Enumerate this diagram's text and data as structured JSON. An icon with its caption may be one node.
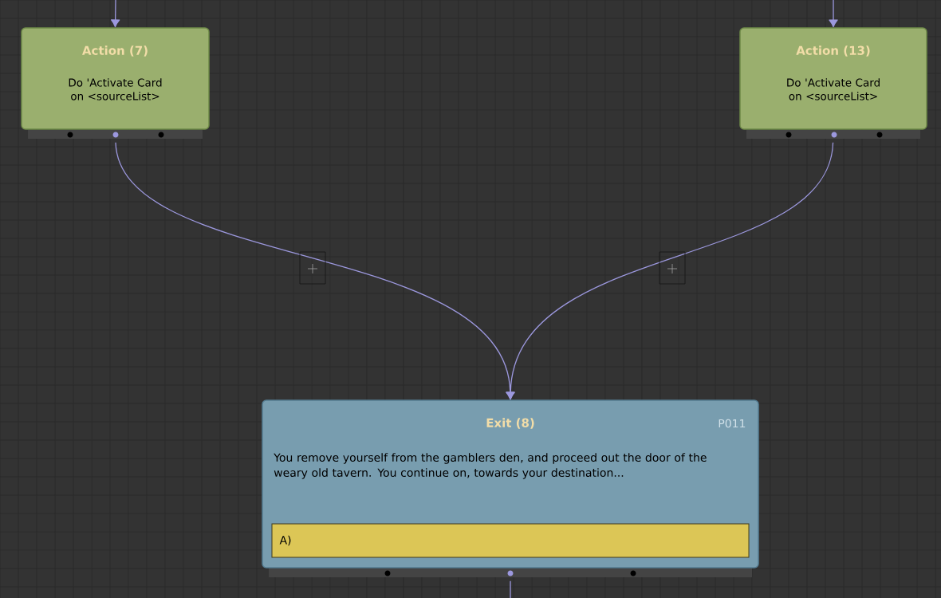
{
  "diagram": {
    "nodes": [
      {
        "text": [
          "Action (7)",
          "Do 'Activate Card on <sourceList>"
        ]
      },
      {
        "text": [
          "Action (13)",
          "Do 'Activate Card on <sourceList>"
        ]
      },
      {
        "text": [
          "Exit (8)",
          "P011",
          "You remove yourself from the gamblers den, and proceed out the door of the weary old tavern. You continue on, towards your destination..."
        ]
      },
      {
        "text": [
          "A)"
        ],
        "in": 2
      }
    ],
    "edges": [
      {
        "from": null,
        "to": 0,
        "arrow": "to"
      },
      {
        "from": null,
        "to": 1,
        "arrow": "to"
      },
      {
        "from": 0,
        "to": 2,
        "arrow": "to"
      },
      {
        "from": 1,
        "to": 2,
        "arrow": "to"
      },
      {
        "from": 2,
        "to": null,
        "arrow": "none"
      }
    ]
  }
}
